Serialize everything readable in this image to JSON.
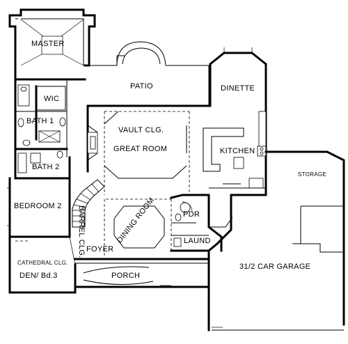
{
  "rooms": {
    "master": "MASTER",
    "patio": "PATIO",
    "dinette": "DINETTE",
    "wic": "WIC",
    "bath1": "BATH 1",
    "vault": "VAULT CLG.",
    "great_room": "GREAT ROOM",
    "kitchen": "KITCHEN",
    "bath2": "BATH 2",
    "storage": "STORAGE",
    "bedroom2": "BEDROOM 2",
    "barrel": "BARREL CLG.",
    "dining": "DINING ROOM",
    "pdr": "PDR",
    "laund": "LAUND",
    "foyer": "FOYER",
    "cathedral": "CATHEDRAL CLG.",
    "den": "DEN/ Bd.3",
    "porch": "PORCH",
    "garage": "31/2 CAR GARAGE"
  }
}
